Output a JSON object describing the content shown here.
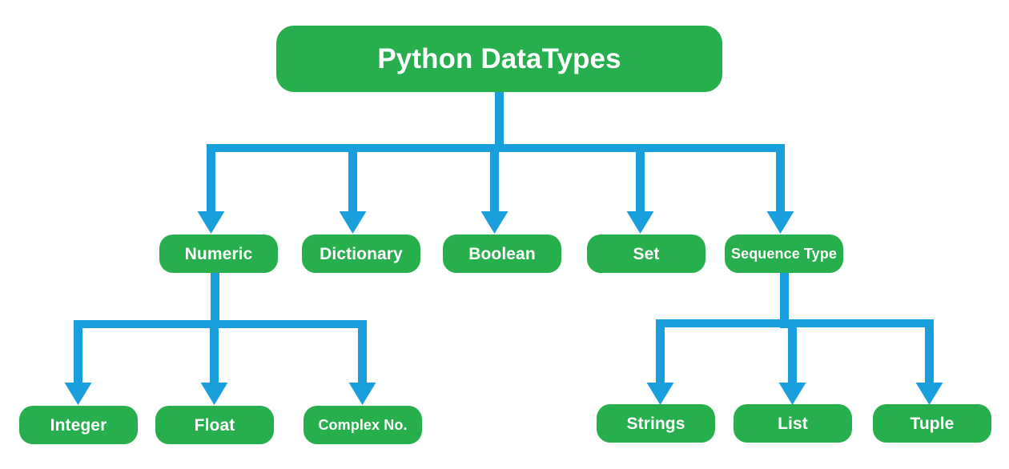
{
  "diagram": {
    "title": "Python DataTypes",
    "colors": {
      "node_green": "#27ae4d",
      "edge_blue": "#1a9fdd",
      "node_text": "#ffffff",
      "background": "#ffffff"
    },
    "root": {
      "label": "Python DataTypes"
    },
    "level1": [
      {
        "label": "Numeric"
      },
      {
        "label": "Dictionary"
      },
      {
        "label": "Boolean"
      },
      {
        "label": "Set"
      },
      {
        "label": "Sequence Type"
      }
    ],
    "numeric_children": [
      {
        "label": "Integer"
      },
      {
        "label": "Float"
      },
      {
        "label": "Complex No."
      }
    ],
    "sequence_children": [
      {
        "label": "Strings"
      },
      {
        "label": "List"
      },
      {
        "label": "Tuple"
      }
    ]
  }
}
